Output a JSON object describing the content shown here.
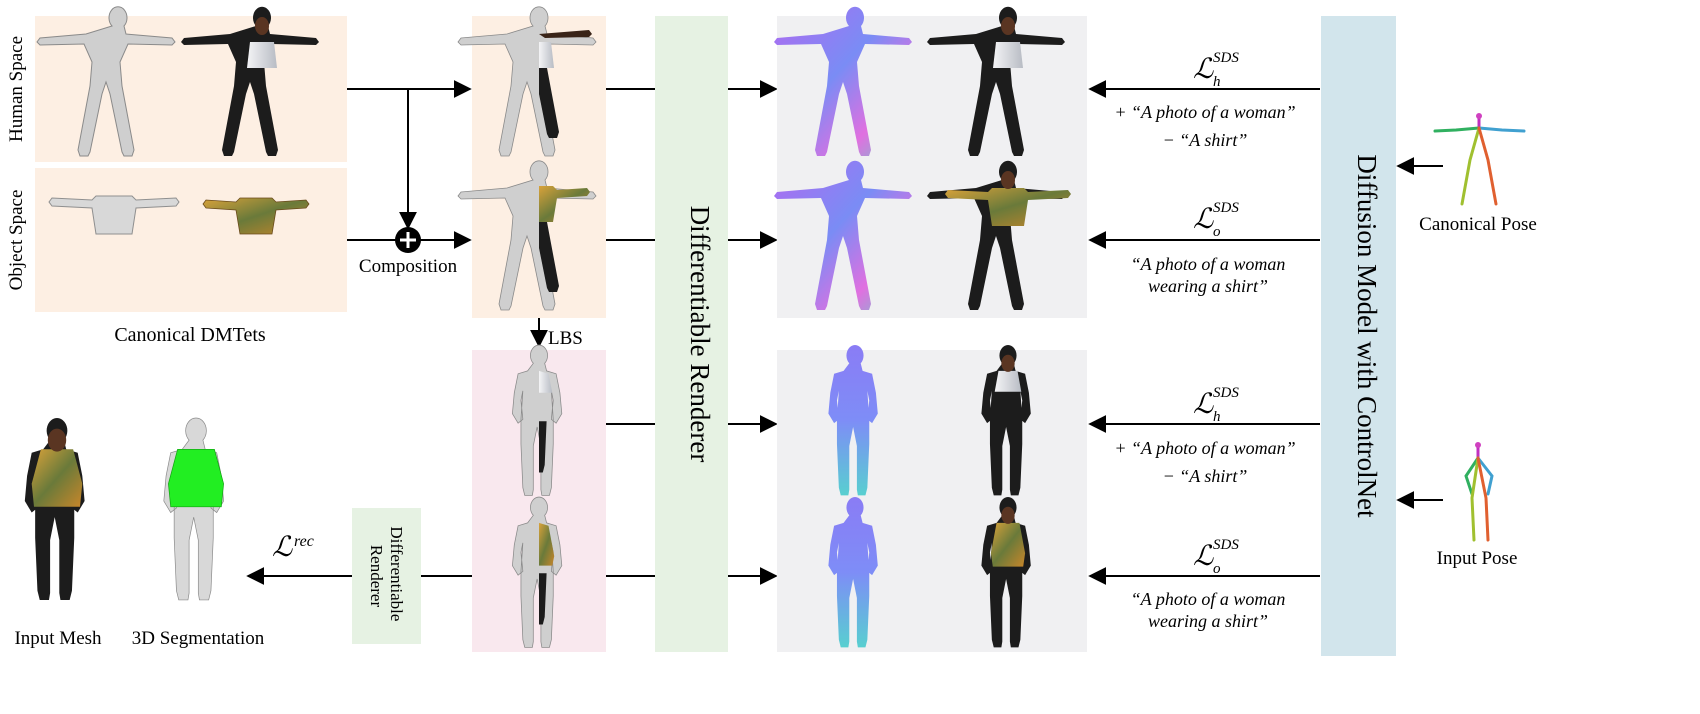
{
  "labels": {
    "human_space": "Human Space",
    "object_space": "Object Space",
    "composition": "Composition",
    "canonical_dmtets": "Canonical DMTets",
    "lbs": "LBS",
    "differentiable_renderer": "Differentiable Renderer",
    "small_renderer": "Differentiable Renderer",
    "diffusion_model": "Diffusion Model with ControlNet",
    "canonical_pose": "Canonical Pose",
    "input_pose": "Input Pose",
    "input_mesh": "Input Mesh",
    "segmentation_3d": "3D Segmentation"
  },
  "losses": {
    "human_top": {
      "symbol": "ℒ",
      "sup": "SDS",
      "sub": "h"
    },
    "object_top": {
      "symbol": "ℒ",
      "sup": "SDS",
      "sub": "o"
    },
    "human_bottom": {
      "symbol": "ℒ",
      "sup": "SDS",
      "sub": "h"
    },
    "object_bottom": {
      "symbol": "ℒ",
      "sup": "SDS",
      "sub": "o"
    },
    "rec": {
      "symbol": "ℒ",
      "sup": "rec"
    }
  },
  "prompts": {
    "human_line1": "+ “A photo of a woman”",
    "human_line2": "− “A shirt”",
    "object_line1": "“A photo of a woman",
    "object_line2": "wearing a shirt”"
  },
  "colors": {
    "canonical_bg": "#fdefe3",
    "posed_bg": "#f9e8ee",
    "renderer_bg": "#e6f2e3",
    "output_bg": "#f0f0f2",
    "diffusion_bg": "#d2e5ec",
    "clothing": "#c8962e",
    "mesh_gray": "#cfcfcf",
    "segmentation_green": "#22ee22"
  }
}
